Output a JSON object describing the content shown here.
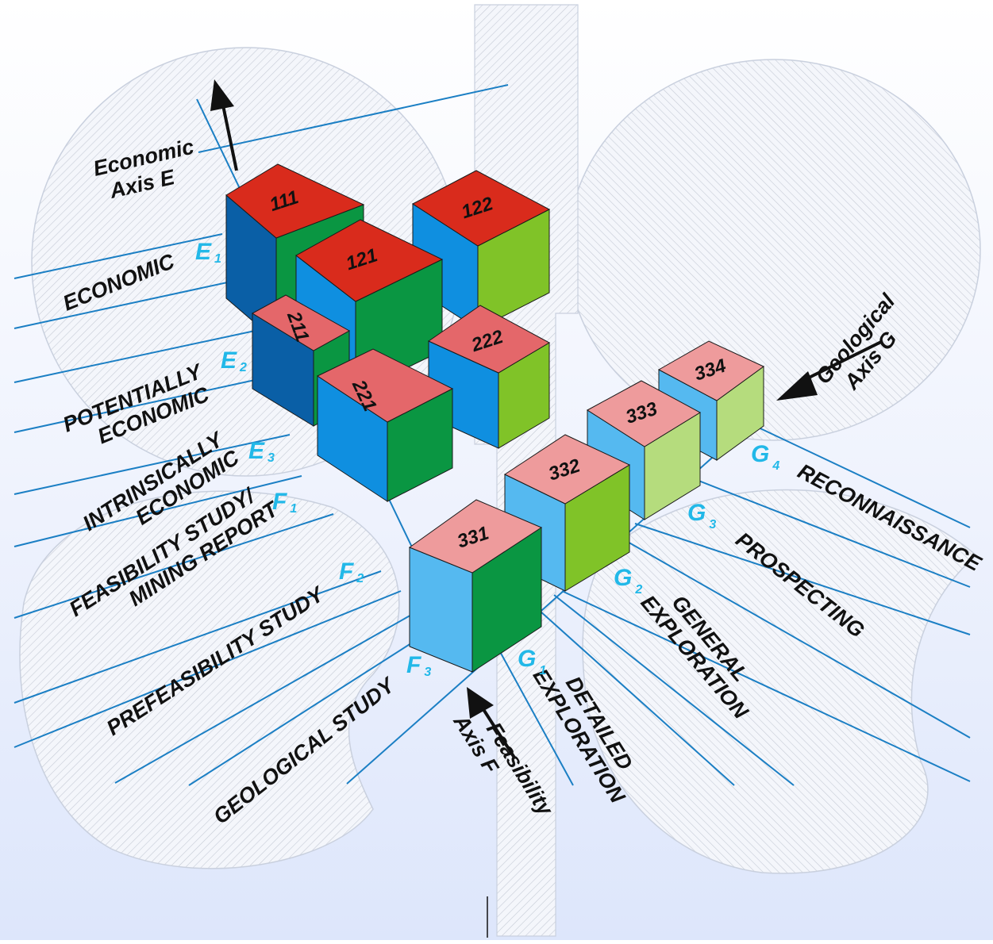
{
  "economic_axis": {
    "title_line1": "Economic",
    "title_line2": "Axis E",
    "levels": [
      {
        "symbol": "E",
        "index": "1",
        "label_lines": [
          "ECONOMIC"
        ]
      },
      {
        "symbol": "E",
        "index": "2",
        "label_lines": [
          "POTENTIALLY",
          "ECONOMIC"
        ]
      },
      {
        "symbol": "E",
        "index": "3",
        "label_lines": [
          "INTRINSICALLY",
          "ECONOMIC"
        ]
      }
    ]
  },
  "feasibility_axis": {
    "title_line1": "Feasibility",
    "title_line2": "Axis F",
    "levels": [
      {
        "symbol": "F",
        "index": "1",
        "label_lines": [
          "FEASIBILITY STUDY/",
          "MINING REPORT"
        ]
      },
      {
        "symbol": "F",
        "index": "2",
        "label_lines": [
          "PREFEASIBILITY STUDY"
        ]
      },
      {
        "symbol": "F",
        "index": "3",
        "label_lines": [
          "GEOLOGICAL STUDY"
        ]
      }
    ]
  },
  "geological_axis": {
    "title_line1": "Geological",
    "title_line2": "Axis G",
    "levels": [
      {
        "symbol": "G",
        "index": "1",
        "label_lines": [
          "DETAILED",
          "EXPLORATION"
        ]
      },
      {
        "symbol": "G",
        "index": "2",
        "label_lines": [
          "GENERAL",
          "EXPLORATION"
        ]
      },
      {
        "symbol": "G",
        "index": "3",
        "label_lines": [
          "PROSPECTING"
        ]
      },
      {
        "symbol": "G",
        "index": "4",
        "label_lines": [
          "RECONNAISSANCE"
        ]
      }
    ]
  },
  "cubes": [
    {
      "code": "111",
      "top": "#d92b1c",
      "left": "#0a5fa6",
      "right": "#0a9642"
    },
    {
      "code": "122",
      "top": "#d92b1c",
      "left": "#0f8fe0",
      "right": "#80c328"
    },
    {
      "code": "121",
      "top": "#d92b1c",
      "left": "#0f8fe0",
      "right": "#0a9642"
    },
    {
      "code": "211",
      "top": "#e4676a",
      "left": "#0a5fa6",
      "right": "#0a9642"
    },
    {
      "code": "222",
      "top": "#e4676a",
      "left": "#0f8fe0",
      "right": "#80c328"
    },
    {
      "code": "221",
      "top": "#e4676a",
      "left": "#0f8fe0",
      "right": "#0a9642"
    },
    {
      "code": "334",
      "top": "#ee9b9c",
      "left": "#55b9f0",
      "right": "#b5dc7d"
    },
    {
      "code": "333",
      "top": "#ee9b9c",
      "left": "#55b9f0",
      "right": "#b5dc7d"
    },
    {
      "code": "332",
      "top": "#ee9b9c",
      "left": "#55b9f0",
      "right": "#80c328"
    },
    {
      "code": "331",
      "top": "#ee9b9c",
      "left": "#55b9f0",
      "right": "#0a9642"
    }
  ],
  "colors": {
    "grid_line": "#1b7fc4",
    "symbol_text": "#22b8e8",
    "background_top": "#ffffff",
    "background_bottom": "#dde6fb"
  }
}
